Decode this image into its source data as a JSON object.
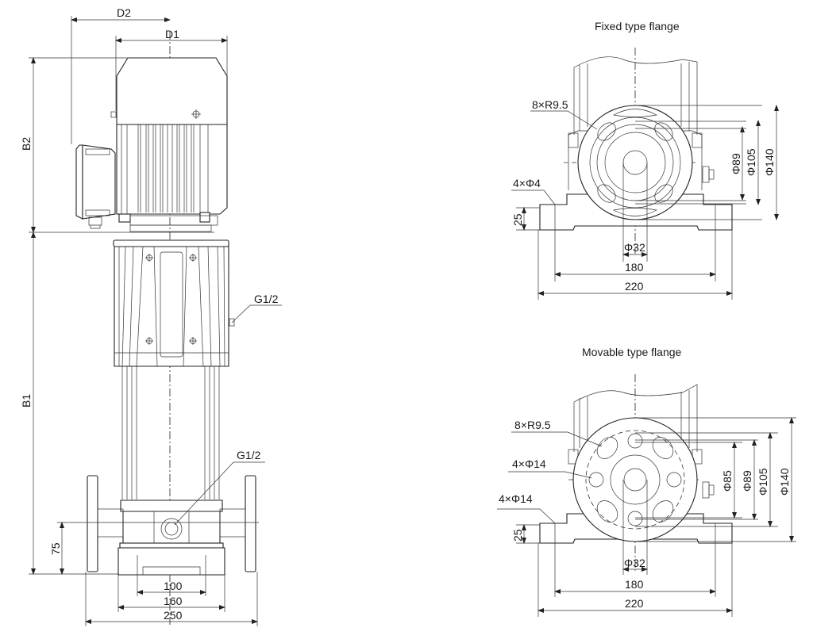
{
  "drawing": {
    "subject": "Vertical multistage pump outline dimensions",
    "front_view": {
      "labels": {
        "D2": "D2",
        "D1": "D1",
        "B2": "B2",
        "B1": "B1",
        "dim_75": "75",
        "dim_100": "100",
        "dim_160": "160",
        "dim_250": "250",
        "g_upper": "G1/2",
        "g_lower": "G1/2"
      }
    },
    "fixed_flange": {
      "title": "Fixed type flange",
      "labels": {
        "slots": "8×R9.5",
        "holes": "4×Φ4",
        "h25": "25",
        "phi32": "Φ32",
        "w180": "180",
        "w220": "220",
        "phi89": "Φ89",
        "phi105": "Φ105",
        "phi140": "Φ140"
      }
    },
    "movable_flange": {
      "title": "Movable type flange",
      "labels": {
        "slots": "8×R9.5",
        "flange_holes": "4×Φ14",
        "base_holes": "4×Φ14",
        "h25": "25",
        "phi32": "Φ32",
        "w180": "180",
        "w220": "220",
        "phi85": "Φ85",
        "phi89": "Φ89",
        "phi105": "Φ105",
        "phi140": "Φ140"
      }
    }
  }
}
